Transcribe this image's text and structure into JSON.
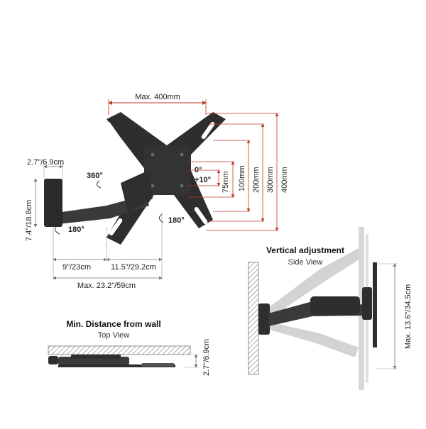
{
  "colors": {
    "red_dim": "#c0392b",
    "gray_dim": "#888888",
    "mount_dark": "#2a2a2a",
    "mount_mid": "#3b3b3b",
    "ghost": "#cfcfcf",
    "wall_hatch": "#777777"
  },
  "front": {
    "max_width": "Max. 400mm",
    "rot_360": "360°",
    "rot_180_left": "180°",
    "rot_180_right": "180°",
    "tilt_0": "0°",
    "tilt_plus10": "+10°",
    "plate_depth": "2.7\"/6.9cm",
    "plate_height": "7.4\"/18.8cm",
    "arm1": "9\"/23cm",
    "arm2": "11.5\"/29.2cm",
    "total": "Max. 23.2\"/59cm",
    "v75": "75mm",
    "v100": "100mm",
    "v200": "200mm",
    "v300": "300mm",
    "v400": "400mm"
  },
  "side": {
    "title": "Vertical adjustment",
    "subtitle": "Side View",
    "height_adjust": "Max. 13.6\"/34.5cm"
  },
  "top": {
    "title": "Min. Distance from wall",
    "subtitle": "Top View",
    "min_depth": "2.7\"/6.9cm"
  }
}
